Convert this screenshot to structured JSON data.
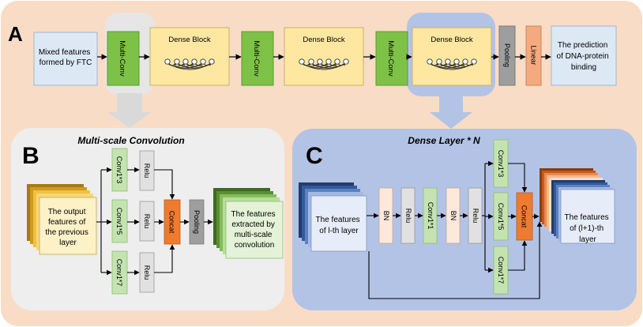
{
  "panel_a": {
    "letter": "A",
    "input_label_lines": [
      "Mixed features",
      "formed by FTC"
    ],
    "multi_conv_label": "Multi-Conv",
    "dense_block_label": "Dense Block",
    "pooling_label": "Pooling",
    "linear_label": "Linear",
    "output_label_lines": [
      "The prediction",
      "of DNA-protein",
      "binding"
    ]
  },
  "panel_b": {
    "letter": "B",
    "title": "Multi-scale Convolution",
    "input_label_lines": [
      "The output",
      "features of",
      "the previous",
      "layer"
    ],
    "conv_labels": [
      "Conv1*3",
      "Conv1*5",
      "Conv1*7"
    ],
    "relu_label": "Relu",
    "concat_label": "Concat",
    "pooling_label": "Pooling",
    "output_label_lines": [
      "The features",
      "extracted by",
      "multi-scale",
      "convolution"
    ]
  },
  "panel_c": {
    "letter": "C",
    "title": "Dense Layer * N",
    "input_label_lines": [
      "The features",
      "of l-th layer"
    ],
    "bn_label": "BN",
    "relu_label": "Relu",
    "conv1_label": "Conv1*1",
    "conv_labels": [
      "Conv1*3",
      "Conv1*5",
      "Conv1*7"
    ],
    "concat_label": "Concat",
    "output_label_lines": [
      "The features",
      "of (l+1)-th",
      "layer"
    ]
  },
  "colors": {
    "outer_bg": "#f9dcc5",
    "panel_b_bg": "#eeeeee",
    "panel_c_bg": "#b3c3e6",
    "conv_green": "#7dc247",
    "dense_yellow": "#fde7a1",
    "pool_gray": "#9e9e9e",
    "linear_orange": "#f4a97e",
    "io_blue": "#dce9f5",
    "concat_orange": "#ee7b30"
  }
}
